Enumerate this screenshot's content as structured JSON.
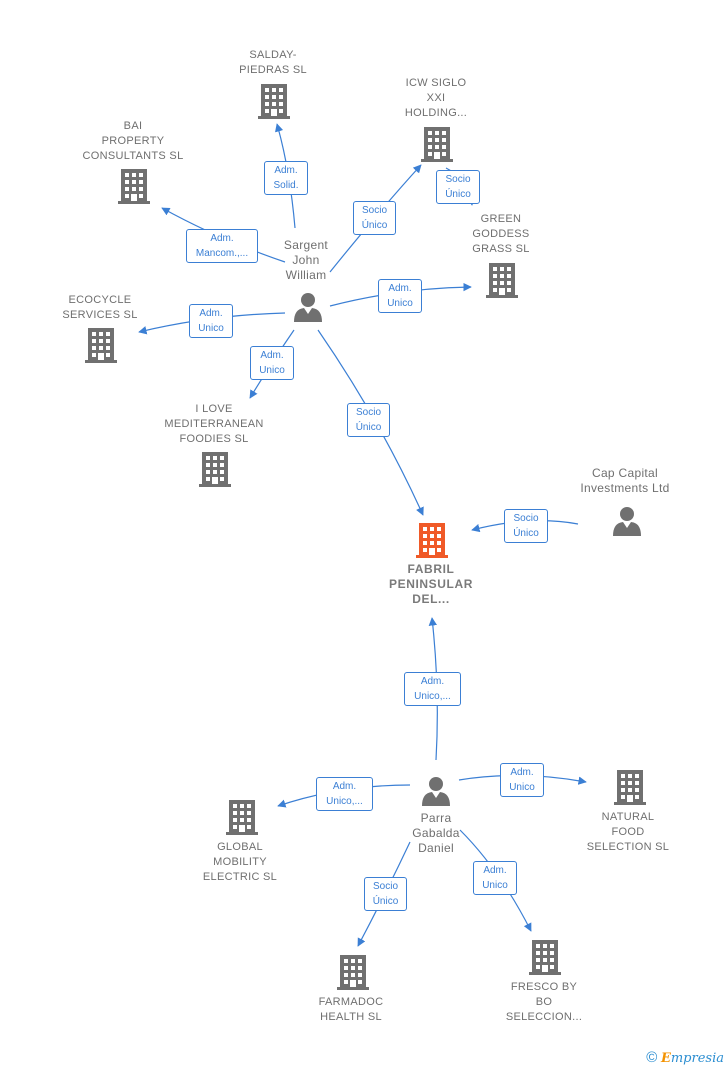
{
  "nodes": {
    "salday": {
      "lines": [
        "SALDAY-",
        "PIEDRAS SL"
      ],
      "type": "company"
    },
    "icw": {
      "lines": [
        "ICW SIGLO",
        "XXI",
        "HOLDING..."
      ],
      "type": "company"
    },
    "bai": {
      "lines": [
        "BAI",
        "PROPERTY",
        "CONSULTANTS SL"
      ],
      "type": "company"
    },
    "green": {
      "lines": [
        "GREEN",
        "GODDESS",
        "GRASS  SL"
      ],
      "type": "company"
    },
    "ecocycle": {
      "lines": [
        "ECOCYCLE",
        "SERVICES  SL"
      ],
      "type": "company"
    },
    "ilove": {
      "lines": [
        "I LOVE",
        "MEDITERRANEAN",
        "FOODIES  SL"
      ],
      "type": "company"
    },
    "sargent": {
      "lines": [
        "Sargent",
        "John",
        "William"
      ],
      "type": "person"
    },
    "cap": {
      "lines": [
        "Cap Capital",
        "Investments Ltd"
      ],
      "type": "person"
    },
    "fabril": {
      "lines": [
        "FABRIL",
        "PENINSULAR",
        "DEL..."
      ],
      "type": "company-main"
    },
    "parra": {
      "lines": [
        "Parra",
        "Gabalda",
        "Daniel"
      ],
      "type": "person"
    },
    "global": {
      "lines": [
        "GLOBAL",
        "MOBILITY",
        "ELECTRIC  SL"
      ],
      "type": "company"
    },
    "natural": {
      "lines": [
        "NATURAL",
        "FOOD",
        "SELECTION  SL"
      ],
      "type": "company"
    },
    "farmadoc": {
      "lines": [
        "FARMADOC",
        "HEALTH  SL"
      ],
      "type": "company"
    },
    "fresco": {
      "lines": [
        "FRESCO BY",
        "BO",
        "SELECCION..."
      ],
      "type": "company"
    }
  },
  "edges": {
    "sargent_salday": [
      "Adm.",
      "Solid."
    ],
    "sargent_icw": [
      "Socio",
      "Único"
    ],
    "icw_green": [
      "Socio",
      "Único"
    ],
    "sargent_bai": [
      "Adm.",
      "Mancom.,..."
    ],
    "sargent_green": [
      "Adm.",
      "Unico"
    ],
    "sargent_ecocycle": [
      "Adm.",
      "Unico"
    ],
    "sargent_ilove": [
      "Adm.",
      "Unico"
    ],
    "sargent_fabril": [
      "Socio",
      "Único"
    ],
    "cap_fabril": [
      "Socio",
      "Único"
    ],
    "parra_fabril": [
      "Adm.",
      "Unico,..."
    ],
    "parra_global": [
      "Adm.",
      "Unico,..."
    ],
    "parra_natural": [
      "Adm.",
      "Unico"
    ],
    "parra_farmadoc": [
      "Socio",
      "Único"
    ],
    "parra_fresco": [
      "Adm.",
      "Unico"
    ]
  },
  "colors": {
    "edge": "#3b7fd4",
    "company_icon": "#707070",
    "main_company_icon": "#f05a28",
    "person_icon": "#707070",
    "label_text": "#6f6f6f"
  },
  "footer": {
    "copyright": "©",
    "brand_initial": "E",
    "brand_rest": "mpresia"
  }
}
